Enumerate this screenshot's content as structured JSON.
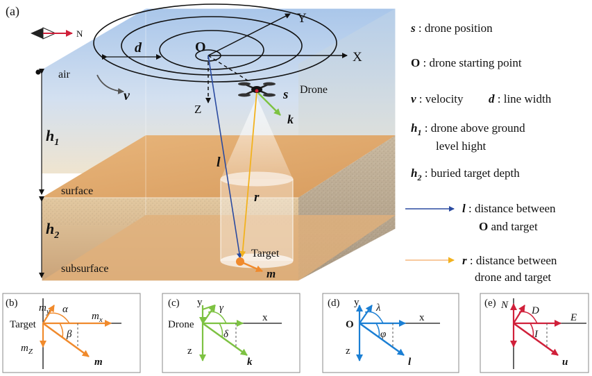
{
  "main": {
    "panel_label": "(a)",
    "compass_n": "N",
    "axis_x": "X",
    "axis_y": "Y",
    "axis_z": "Z",
    "origin": "O",
    "line_width_symbol": "d",
    "velocity_symbol": "v",
    "drone_label": "Drone",
    "s_symbol": "s",
    "k_symbol": "k",
    "air_label": "air",
    "h1_symbol": "h",
    "h1_sub": "1",
    "h2_symbol": "h",
    "h2_sub": "2",
    "surface_label": "surface",
    "subsurface_label": "subsurface",
    "l_symbol": "l",
    "r_symbol": "r",
    "target_label": "Target",
    "m_symbol": "m"
  },
  "legend": {
    "s": {
      "sym": "s",
      "text": " : drone position"
    },
    "o": {
      "sym": "O",
      "text": " : drone starting point"
    },
    "v": {
      "sym": "v",
      "text": " : velocity"
    },
    "d": {
      "sym": "d",
      "text": " : line width"
    },
    "h1": {
      "sym": "h",
      "sub": "1",
      "line1": " : drone above ground",
      "line2": "level hight"
    },
    "h2": {
      "sym": "h",
      "sub": "2",
      "text": " : buried target depth"
    },
    "l": {
      "sym": "l",
      "line1": " : distance between",
      "line2_bold": "O",
      "line2": " and target"
    },
    "r": {
      "sym": "r",
      "line1": " : distance between",
      "line2": "drone and target"
    }
  },
  "panels": {
    "b": {
      "label": "(b)",
      "origin": "Target",
      "top": "m",
      "top_sub": "y",
      "right": "m",
      "right_sub": "x",
      "down": "m",
      "down_sub": "Z",
      "angle1": "α",
      "angle2": "β",
      "vector": "m"
    },
    "c": {
      "label": "(c)",
      "origin": "Drone",
      "top": "y",
      "right": "x",
      "down": "z",
      "angle1": "γ",
      "angle2": "δ",
      "vector": "k"
    },
    "d": {
      "label": "(d)",
      "origin": "O",
      "top": "y",
      "right": "x",
      "down": "z",
      "angle1": "λ",
      "angle2": "φ",
      "vector": "l"
    },
    "e": {
      "label": "(e)",
      "top": "N",
      "right": "E",
      "angle1": "D",
      "angle2": "I",
      "vector": "u"
    }
  },
  "colors": {
    "orange": "#f08a2c",
    "green": "#7dc242",
    "blue": "#1b7fd4",
    "red": "#d0203a",
    "navy": "#2a4aa0",
    "gold": "#f2b21e"
  }
}
